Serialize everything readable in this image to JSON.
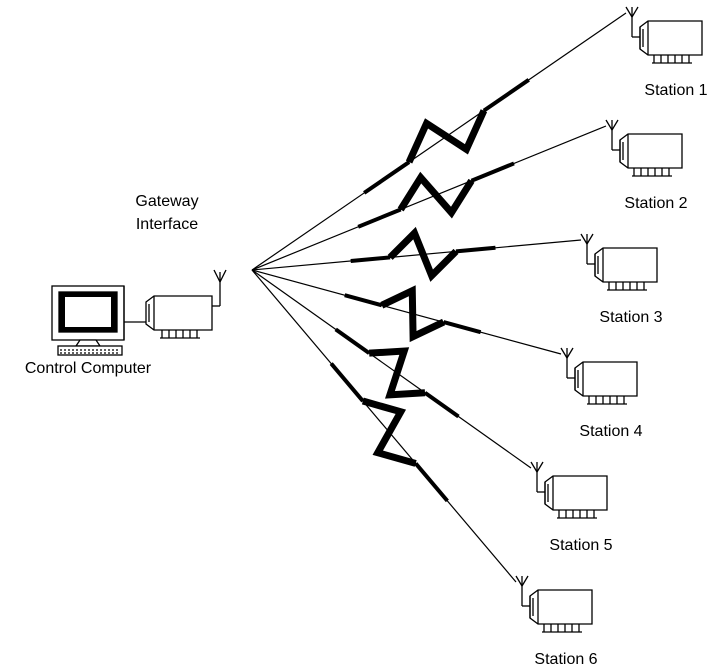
{
  "labels": {
    "gateway_line1": "Gateway",
    "gateway_line2": "Interface",
    "control": "Control Computer"
  },
  "stations": [
    {
      "label": "Station 1"
    },
    {
      "label": "Station 2"
    },
    {
      "label": "Station 3"
    },
    {
      "label": "Station 4"
    },
    {
      "label": "Station 5"
    },
    {
      "label": "Station 6"
    }
  ],
  "colors": {
    "line": "#000000",
    "background": "#ffffff",
    "screen": "#000000"
  }
}
